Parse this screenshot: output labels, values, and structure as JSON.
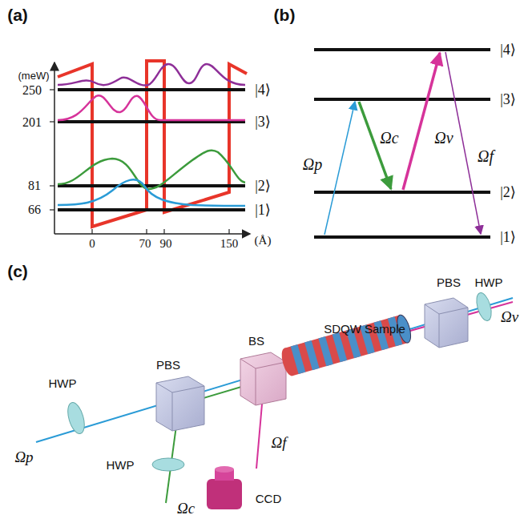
{
  "diagram": {
    "labels": [
      "(a)",
      "(meW)",
      "250",
      "201",
      "81",
      "66",
      "|4⟩",
      "|3⟩",
      "|2⟩",
      "|1⟩",
      "0",
      "70",
      "90",
      "150",
      "(Å)",
      "(b)",
      "|4⟩",
      "|3⟩",
      "|2⟩",
      "|1⟩",
      "Ωp",
      "Ωc",
      "Ωv",
      "Ωf",
      "(c)",
      "HWP",
      "PBS",
      "BS",
      "SDQW Sample",
      "PBS",
      "HWP",
      "Ωv",
      "Ωp",
      "HWP",
      "Ωc",
      "Ωf",
      "CCD"
    ]
  }
}
